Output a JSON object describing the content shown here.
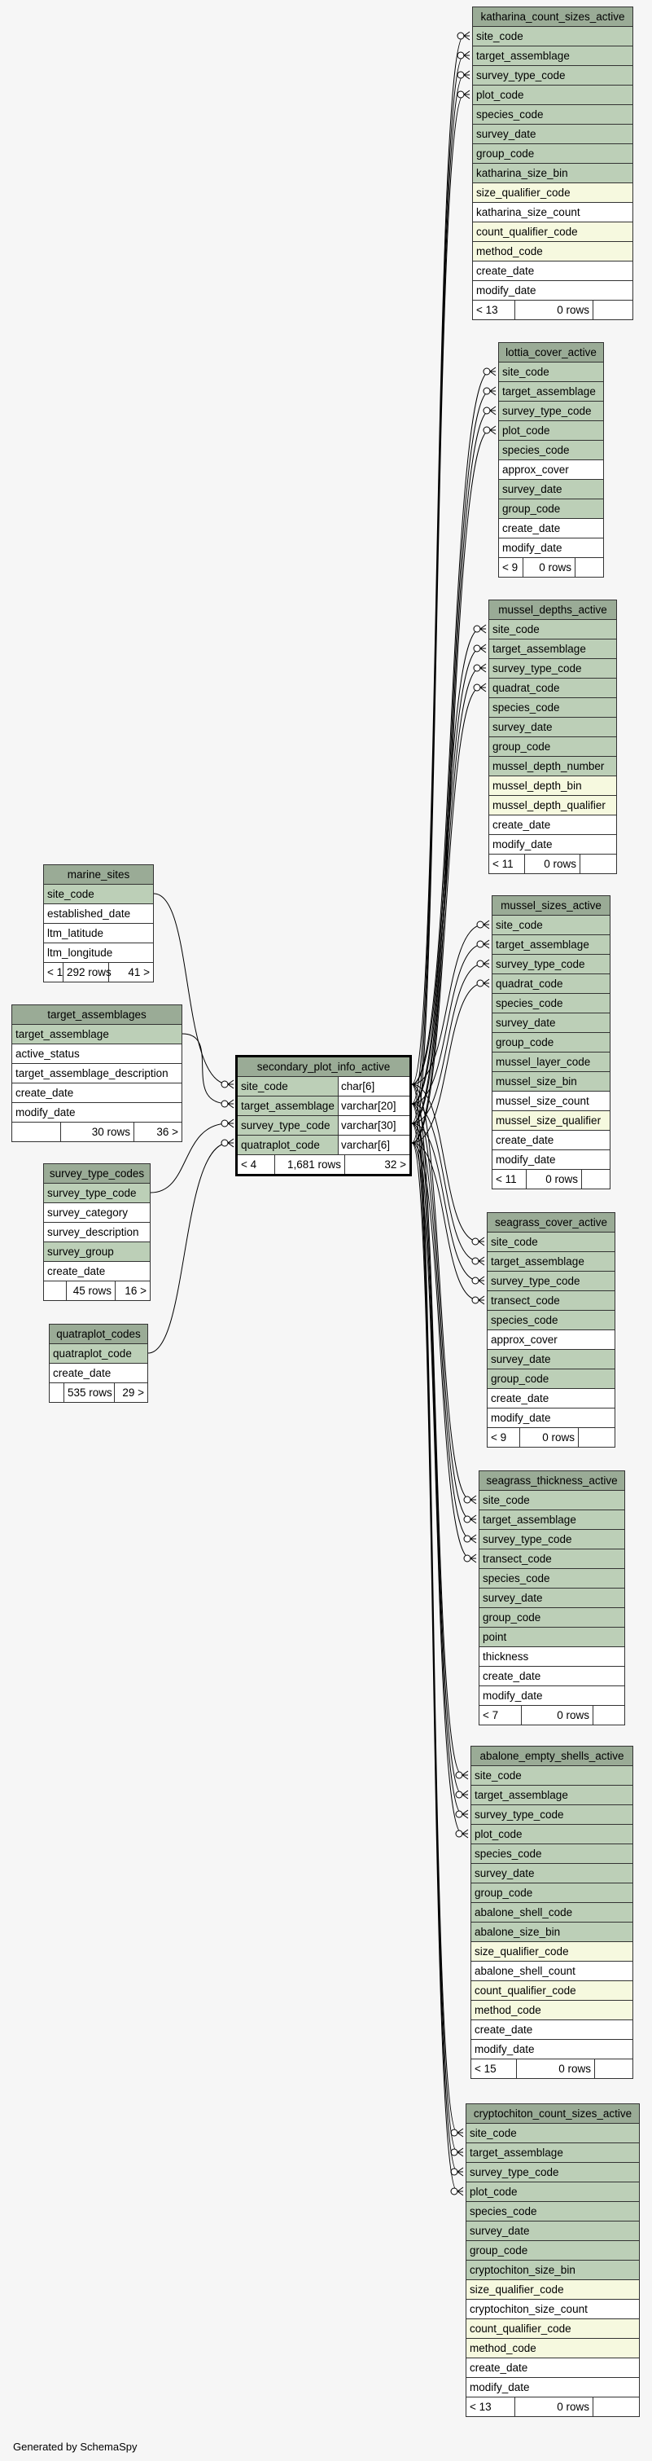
{
  "caption": "Generated by SchemaSpy",
  "focus_table": {
    "name": "secondary_plot_info_active",
    "columns": [
      {
        "name": "site_code",
        "type": "char[6]"
      },
      {
        "name": "target_assemblage",
        "type": "varchar[20]"
      },
      {
        "name": "survey_type_code",
        "type": "varchar[30]"
      },
      {
        "name": "quatraplot_code",
        "type": "varchar[6]"
      }
    ],
    "footer": {
      "parents": "< 4",
      "rows": "1,681 rows",
      "children": "32 >"
    }
  },
  "parent_tables": [
    {
      "name": "marine_sites",
      "columns": [
        {
          "name": "site_code",
          "kind": "key"
        },
        {
          "name": "established_date",
          "kind": "plain"
        },
        {
          "name": "ltm_latitude",
          "kind": "plain"
        },
        {
          "name": "ltm_longitude",
          "kind": "plain"
        }
      ],
      "footer": {
        "parents": "< 1",
        "rows": "292 rows",
        "children": "41 >"
      }
    },
    {
      "name": "target_assemblages",
      "columns": [
        {
          "name": "target_assemblage",
          "kind": "key"
        },
        {
          "name": "active_status",
          "kind": "plain"
        },
        {
          "name": "target_assemblage_description",
          "kind": "plain"
        },
        {
          "name": "create_date",
          "kind": "plain"
        },
        {
          "name": "modify_date",
          "kind": "plain"
        }
      ],
      "footer": {
        "parents": "",
        "rows": "30 rows",
        "children": "36 >"
      }
    },
    {
      "name": "survey_type_codes",
      "columns": [
        {
          "name": "survey_type_code",
          "kind": "key"
        },
        {
          "name": "survey_category",
          "kind": "plain"
        },
        {
          "name": "survey_description",
          "kind": "plain"
        },
        {
          "name": "survey_group",
          "kind": "key"
        },
        {
          "name": "create_date",
          "kind": "plain"
        }
      ],
      "footer": {
        "parents": "",
        "rows": "45 rows",
        "children": "16 >"
      }
    },
    {
      "name": "quatraplot_codes",
      "columns": [
        {
          "name": "quatraplot_code",
          "kind": "key"
        },
        {
          "name": "create_date",
          "kind": "plain"
        }
      ],
      "footer": {
        "parents": "",
        "rows": "535 rows",
        "children": "29 >"
      }
    }
  ],
  "child_tables": [
    {
      "name": "katharina_count_sizes_active",
      "columns": [
        {
          "name": "site_code",
          "kind": "key"
        },
        {
          "name": "target_assemblage",
          "kind": "key"
        },
        {
          "name": "survey_type_code",
          "kind": "key"
        },
        {
          "name": "plot_code",
          "kind": "key"
        },
        {
          "name": "species_code",
          "kind": "key"
        },
        {
          "name": "survey_date",
          "kind": "key"
        },
        {
          "name": "group_code",
          "kind": "key"
        },
        {
          "name": "katharina_size_bin",
          "kind": "key"
        },
        {
          "name": "size_qualifier_code",
          "kind": "idx"
        },
        {
          "name": "katharina_size_count",
          "kind": "plain"
        },
        {
          "name": "count_qualifier_code",
          "kind": "idx"
        },
        {
          "name": "method_code",
          "kind": "idx"
        },
        {
          "name": "create_date",
          "kind": "plain"
        },
        {
          "name": "modify_date",
          "kind": "plain"
        }
      ],
      "footer": {
        "parents": "< 13",
        "rows": "0 rows",
        "children": ""
      }
    },
    {
      "name": "lottia_cover_active",
      "columns": [
        {
          "name": "site_code",
          "kind": "key"
        },
        {
          "name": "target_assemblage",
          "kind": "key"
        },
        {
          "name": "survey_type_code",
          "kind": "key"
        },
        {
          "name": "plot_code",
          "kind": "key"
        },
        {
          "name": "species_code",
          "kind": "key"
        },
        {
          "name": "approx_cover",
          "kind": "plain"
        },
        {
          "name": "survey_date",
          "kind": "key"
        },
        {
          "name": "group_code",
          "kind": "key"
        },
        {
          "name": "create_date",
          "kind": "plain"
        },
        {
          "name": "modify_date",
          "kind": "plain"
        }
      ],
      "footer": {
        "parents": "< 9",
        "rows": "0 rows",
        "children": ""
      }
    },
    {
      "name": "mussel_depths_active",
      "columns": [
        {
          "name": "site_code",
          "kind": "key"
        },
        {
          "name": "target_assemblage",
          "kind": "key"
        },
        {
          "name": "survey_type_code",
          "kind": "key"
        },
        {
          "name": "quadrat_code",
          "kind": "key"
        },
        {
          "name": "species_code",
          "kind": "key"
        },
        {
          "name": "survey_date",
          "kind": "key"
        },
        {
          "name": "group_code",
          "kind": "key"
        },
        {
          "name": "mussel_depth_number",
          "kind": "key"
        },
        {
          "name": "mussel_depth_bin",
          "kind": "idx"
        },
        {
          "name": "mussel_depth_qualifier",
          "kind": "idx"
        },
        {
          "name": "create_date",
          "kind": "plain"
        },
        {
          "name": "modify_date",
          "kind": "plain"
        }
      ],
      "footer": {
        "parents": "< 11",
        "rows": "0 rows",
        "children": ""
      }
    },
    {
      "name": "mussel_sizes_active",
      "columns": [
        {
          "name": "site_code",
          "kind": "key"
        },
        {
          "name": "target_assemblage",
          "kind": "key"
        },
        {
          "name": "survey_type_code",
          "kind": "key"
        },
        {
          "name": "quadrat_code",
          "kind": "key"
        },
        {
          "name": "species_code",
          "kind": "key"
        },
        {
          "name": "survey_date",
          "kind": "key"
        },
        {
          "name": "group_code",
          "kind": "key"
        },
        {
          "name": "mussel_layer_code",
          "kind": "key"
        },
        {
          "name": "mussel_size_bin",
          "kind": "key"
        },
        {
          "name": "mussel_size_count",
          "kind": "plain"
        },
        {
          "name": "mussel_size_qualifier",
          "kind": "idx"
        },
        {
          "name": "create_date",
          "kind": "plain"
        },
        {
          "name": "modify_date",
          "kind": "plain"
        }
      ],
      "footer": {
        "parents": "< 11",
        "rows": "0 rows",
        "children": ""
      }
    },
    {
      "name": "seagrass_cover_active",
      "columns": [
        {
          "name": "site_code",
          "kind": "key"
        },
        {
          "name": "target_assemblage",
          "kind": "key"
        },
        {
          "name": "survey_type_code",
          "kind": "key"
        },
        {
          "name": "transect_code",
          "kind": "key"
        },
        {
          "name": "species_code",
          "kind": "key"
        },
        {
          "name": "approx_cover",
          "kind": "plain"
        },
        {
          "name": "survey_date",
          "kind": "key"
        },
        {
          "name": "group_code",
          "kind": "key"
        },
        {
          "name": "create_date",
          "kind": "plain"
        },
        {
          "name": "modify_date",
          "kind": "plain"
        }
      ],
      "footer": {
        "parents": "< 9",
        "rows": "0 rows",
        "children": ""
      }
    },
    {
      "name": "seagrass_thickness_active",
      "columns": [
        {
          "name": "site_code",
          "kind": "key"
        },
        {
          "name": "target_assemblage",
          "kind": "key"
        },
        {
          "name": "survey_type_code",
          "kind": "key"
        },
        {
          "name": "transect_code",
          "kind": "key"
        },
        {
          "name": "species_code",
          "kind": "key"
        },
        {
          "name": "survey_date",
          "kind": "key"
        },
        {
          "name": "group_code",
          "kind": "key"
        },
        {
          "name": "point",
          "kind": "key"
        },
        {
          "name": "thickness",
          "kind": "plain"
        },
        {
          "name": "create_date",
          "kind": "plain"
        },
        {
          "name": "modify_date",
          "kind": "plain"
        }
      ],
      "footer": {
        "parents": "< 7",
        "rows": "0 rows",
        "children": ""
      }
    },
    {
      "name": "abalone_empty_shells_active",
      "columns": [
        {
          "name": "site_code",
          "kind": "key"
        },
        {
          "name": "target_assemblage",
          "kind": "key"
        },
        {
          "name": "survey_type_code",
          "kind": "key"
        },
        {
          "name": "plot_code",
          "kind": "key"
        },
        {
          "name": "species_code",
          "kind": "key"
        },
        {
          "name": "survey_date",
          "kind": "key"
        },
        {
          "name": "group_code",
          "kind": "key"
        },
        {
          "name": "abalone_shell_code",
          "kind": "key"
        },
        {
          "name": "abalone_size_bin",
          "kind": "key"
        },
        {
          "name": "size_qualifier_code",
          "kind": "idx"
        },
        {
          "name": "abalone_shell_count",
          "kind": "plain"
        },
        {
          "name": "count_qualifier_code",
          "kind": "idx"
        },
        {
          "name": "method_code",
          "kind": "idx"
        },
        {
          "name": "create_date",
          "kind": "plain"
        },
        {
          "name": "modify_date",
          "kind": "plain"
        }
      ],
      "footer": {
        "parents": "< 15",
        "rows": "0 rows",
        "children": ""
      }
    },
    {
      "name": "cryptochiton_count_sizes_active",
      "columns": [
        {
          "name": "site_code",
          "kind": "key"
        },
        {
          "name": "target_assemblage",
          "kind": "key"
        },
        {
          "name": "survey_type_code",
          "kind": "key"
        },
        {
          "name": "plot_code",
          "kind": "key"
        },
        {
          "name": "species_code",
          "kind": "key"
        },
        {
          "name": "survey_date",
          "kind": "key"
        },
        {
          "name": "group_code",
          "kind": "key"
        },
        {
          "name": "cryptochiton_size_bin",
          "kind": "key"
        },
        {
          "name": "size_qualifier_code",
          "kind": "idx"
        },
        {
          "name": "cryptochiton_size_count",
          "kind": "plain"
        },
        {
          "name": "count_qualifier_code",
          "kind": "idx"
        },
        {
          "name": "method_code",
          "kind": "idx"
        },
        {
          "name": "create_date",
          "kind": "plain"
        },
        {
          "name": "modify_date",
          "kind": "plain"
        }
      ],
      "footer": {
        "parents": "< 13",
        "rows": "0 rows",
        "children": ""
      }
    }
  ]
}
